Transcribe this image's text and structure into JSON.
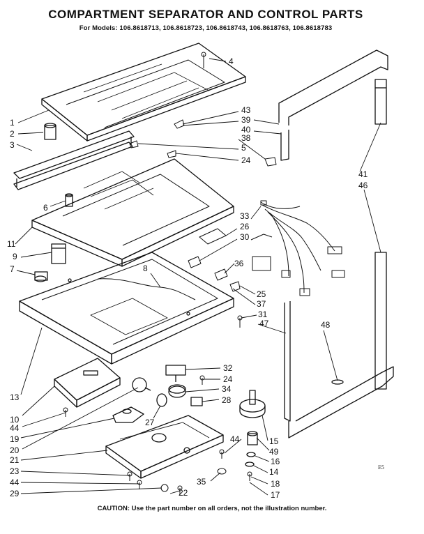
{
  "header": {
    "title": "COMPARTMENT SEPARATOR AND CONTROL PARTS",
    "models": "For Models: 106.8618713, 106.8618723, 106.8618743, 106.8618763, 106.8618783"
  },
  "footer": {
    "caution": "CAUTION: Use the part number on all orders, not the illustration number.",
    "mark": "E5"
  },
  "callouts": {
    "c1": "1",
    "c2": "2",
    "c3": "3",
    "c4": "4",
    "c5": "5",
    "c6": "6",
    "c7": "7",
    "c8": "8",
    "c9": "9",
    "c10": "10",
    "c11": "11",
    "c13": "13",
    "c14": "14",
    "c15": "15",
    "c16": "16",
    "c17": "17",
    "c18": "18",
    "c19": "19",
    "c20": "20",
    "c21": "21",
    "c22": "22",
    "c23": "23",
    "c24a": "24",
    "c24b": "24",
    "c25": "25",
    "c26": "26",
    "c27": "27",
    "c28": "28",
    "c29": "29",
    "c30": "30",
    "c31": "31",
    "c32": "32",
    "c33": "33",
    "c34": "34",
    "c35": "35",
    "c36": "36",
    "c37": "37",
    "c38": "38",
    "c39": "39",
    "c40": "40",
    "c41": "41",
    "c43": "43",
    "c44a": "44",
    "c44b": "44",
    "c44c": "44",
    "c46": "46",
    "c47": "47",
    "c48": "48",
    "c49": "49"
  }
}
